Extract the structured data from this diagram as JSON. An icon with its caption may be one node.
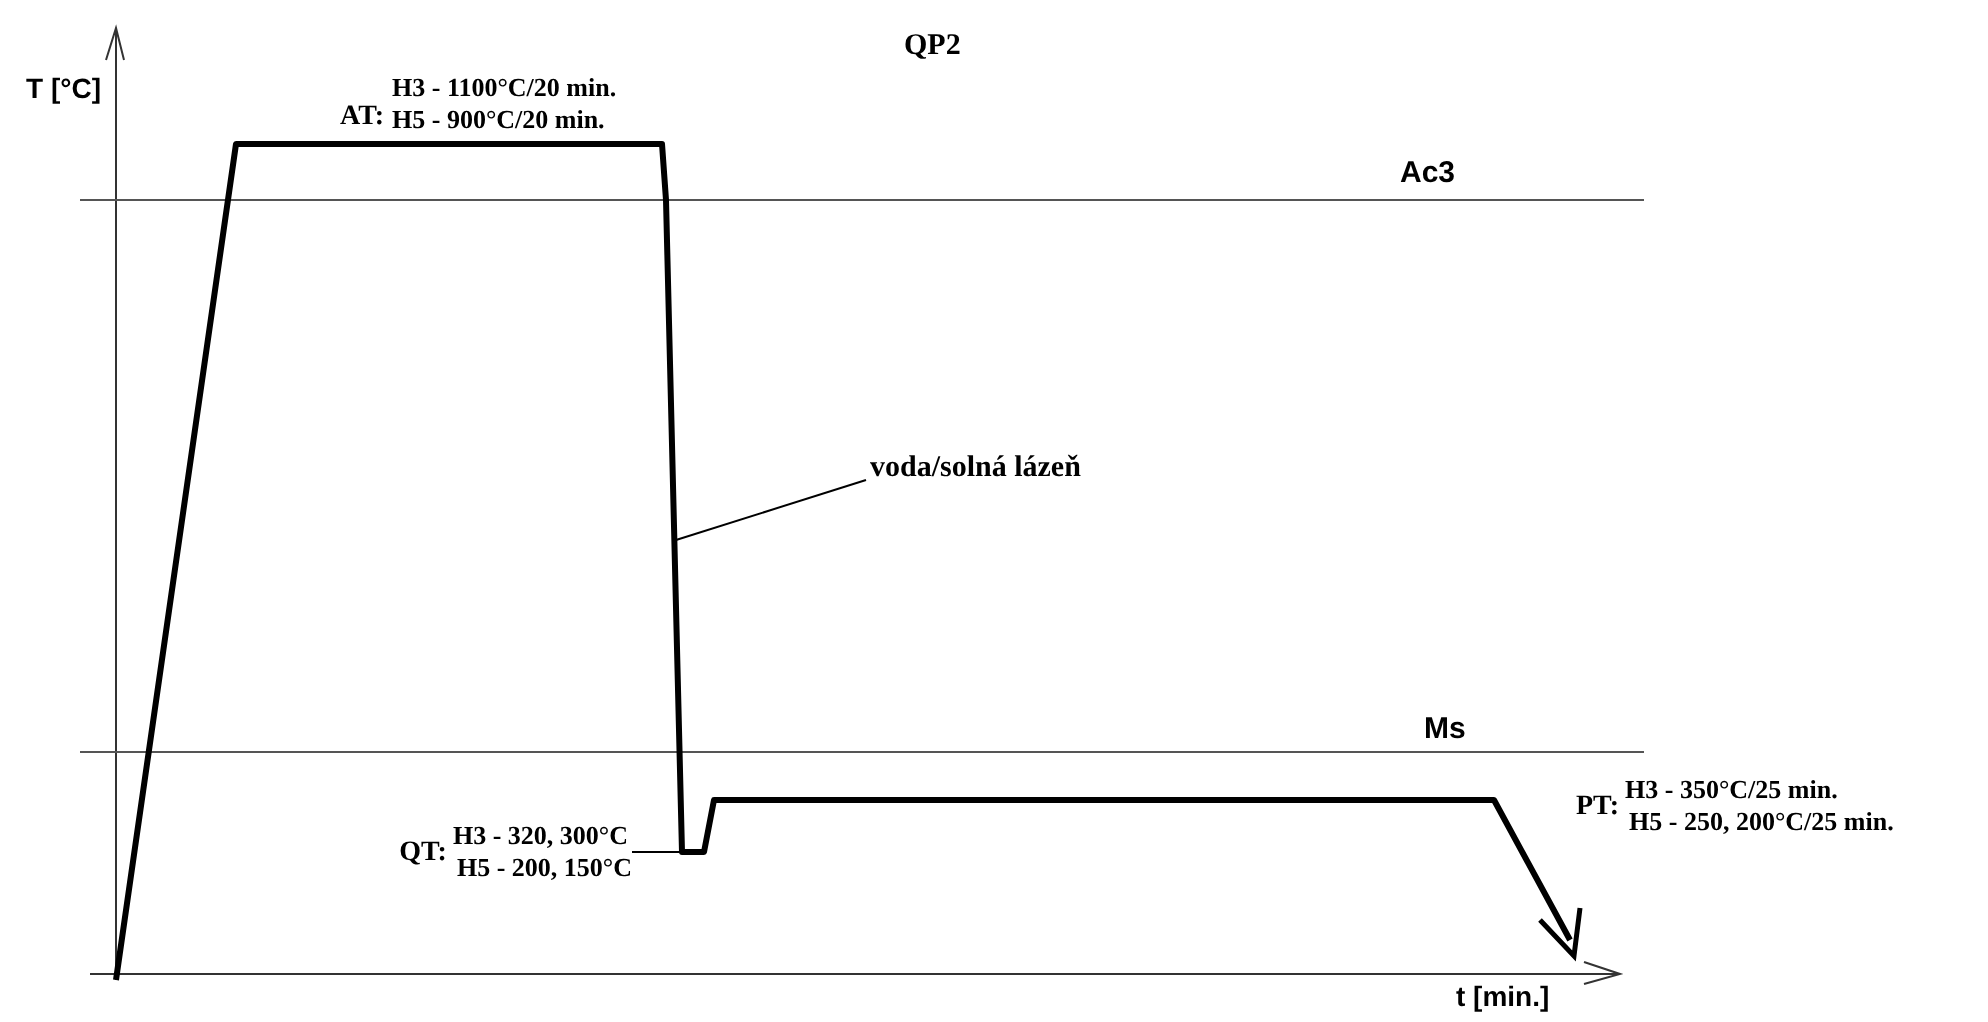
{
  "diagram": {
    "title": "QP2",
    "nodes": [
      {
        "text": [
          "voda/solná lázeň"
        ]
      },
      {
        "text": [
          "QT:",
          "H3 - 320, 300°C",
          "H5 - 200, 150°C"
        ]
      },
      {
        "text": [
          "PT:",
          "H3 - 350°C/25 min.",
          "H5 - 250, 200°C/25 min."
        ]
      }
    ],
    "edges": [
      {
        "from": 0,
        "to": null,
        "arrow": "none"
      },
      {
        "from": 1,
        "to": null,
        "arrow": "none"
      },
      {
        "from": 2,
        "to": null,
        "arrow": "none"
      }
    ],
    "labels": [
      "T [°C]",
      "AT:",
      "H3 - 1100°C/20 min.",
      "H5 - 900°C/20 min.",
      "Ac3",
      "Ms",
      "t [min.]"
    ]
  }
}
